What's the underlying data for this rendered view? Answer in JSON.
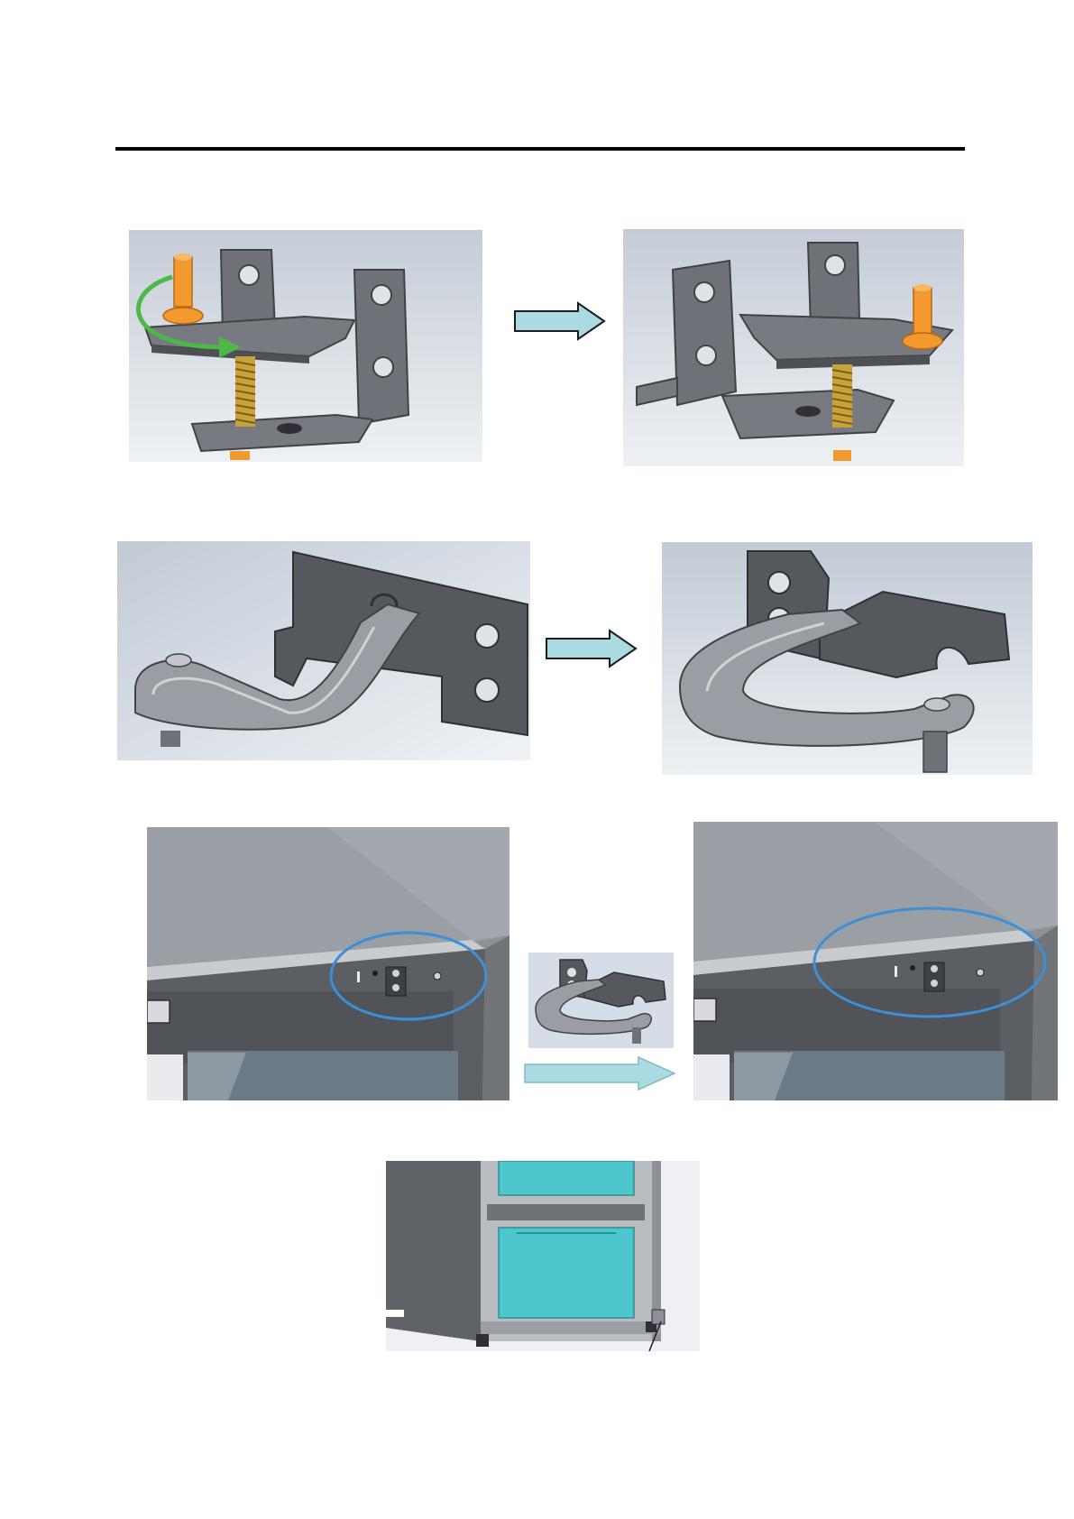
{
  "document": {
    "colors": {
      "metal": "#6e7177",
      "metal_dark": "#4d5055",
      "metal_light": "#a9acb2",
      "screw": "#f29a2e",
      "spring": "#c9a23a",
      "rotate_arrow": "#4cb845",
      "arrow_fill": "#a9dbe0",
      "highlight_circle": "#3d8fd6",
      "drawer": "#4dc6cc"
    },
    "steps": [
      {
        "name": "move-hinge-pin",
        "icons": [
          "rotate-arrow-icon",
          "right-arrow-icon"
        ]
      },
      {
        "name": "swap-bottom-hinge",
        "icons": [
          "right-arrow-icon"
        ]
      },
      {
        "name": "refit-hinge-on-cabinet",
        "icons": [
          "right-arrow-icon"
        ]
      },
      {
        "name": "finished-bottom-view",
        "icons": [
          "pointer-line-icon"
        ]
      }
    ]
  }
}
